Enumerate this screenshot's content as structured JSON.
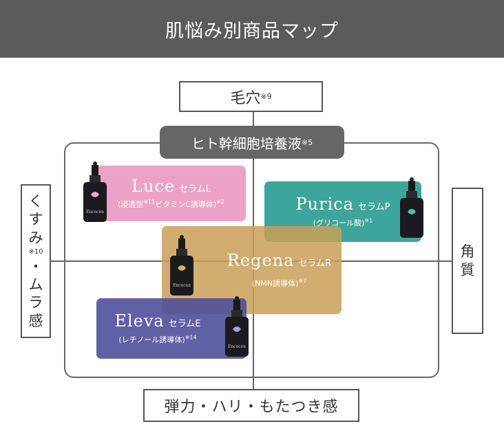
{
  "header": {
    "title": "肌悩み別商品マップ"
  },
  "axes": {
    "top": {
      "label": "毛穴",
      "note": "※9"
    },
    "bottom": {
      "label": "弾力・ハリ・もたつき感"
    },
    "left": {
      "label_part1": "くすみ",
      "note": "※10",
      "label_part2": [
        "・",
        "ム",
        "ラ",
        "感"
      ],
      "label_part1_chars": [
        "く",
        "す",
        "み"
      ]
    },
    "right": {
      "label_chars": [
        "角",
        "質"
      ]
    }
  },
  "center": {
    "label": "ヒト幹細胞培養液",
    "note": "※5"
  },
  "products": [
    {
      "id": "luce",
      "name": "Luce",
      "sub": "セラムL",
      "desc": "(浸透型",
      "desc_note": "※11",
      "desc_rest": "ビタミンC誘導体)",
      "desc_note2": "※2",
      "color": "#ea9ec3"
    },
    {
      "id": "purica",
      "name": "Purica",
      "sub": "セラムP",
      "desc": "(グリコール酸)",
      "desc_note": "※1",
      "color": "#2a9c92"
    },
    {
      "id": "regena",
      "name": "Regena",
      "sub": "セラムR",
      "desc": "(NMN誘導体)",
      "desc_note": "※7",
      "color": "#c9a057"
    },
    {
      "id": "eleva",
      "name": "Eleva",
      "sub": "セラムE",
      "desc": "(レチノール誘導体)",
      "desc_note": "※14",
      "color": "#4f4f9b"
    }
  ],
  "bottle_brand": "Encocen"
}
